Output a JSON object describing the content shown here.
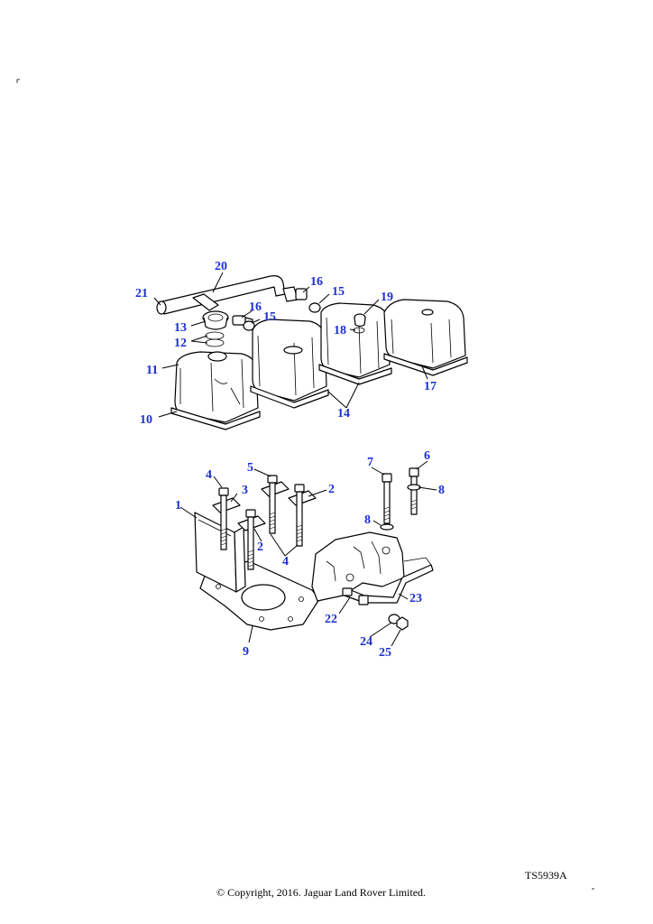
{
  "diagram": {
    "reference_code": "TS5939A",
    "copyright": "© Copyright, 2016. Jaguar Land Rover Limited.",
    "callouts": {
      "c1": "1",
      "c2a": "2",
      "c2b": "2",
      "c3": "3",
      "c4a": "4",
      "c4b": "4",
      "c5": "5",
      "c6": "6",
      "c7": "7",
      "c8a": "8",
      "c8b": "8",
      "c9": "9",
      "c10": "10",
      "c11": "11",
      "c12": "12",
      "c13": "13",
      "c14": "14",
      "c15a": "15",
      "c15b": "15",
      "c16a": "16",
      "c16b": "16",
      "c17": "17",
      "c18": "18",
      "c19": "19",
      "c20": "20",
      "c21": "21",
      "c22": "22",
      "c23": "23",
      "c24": "24",
      "c25": "25"
    }
  }
}
